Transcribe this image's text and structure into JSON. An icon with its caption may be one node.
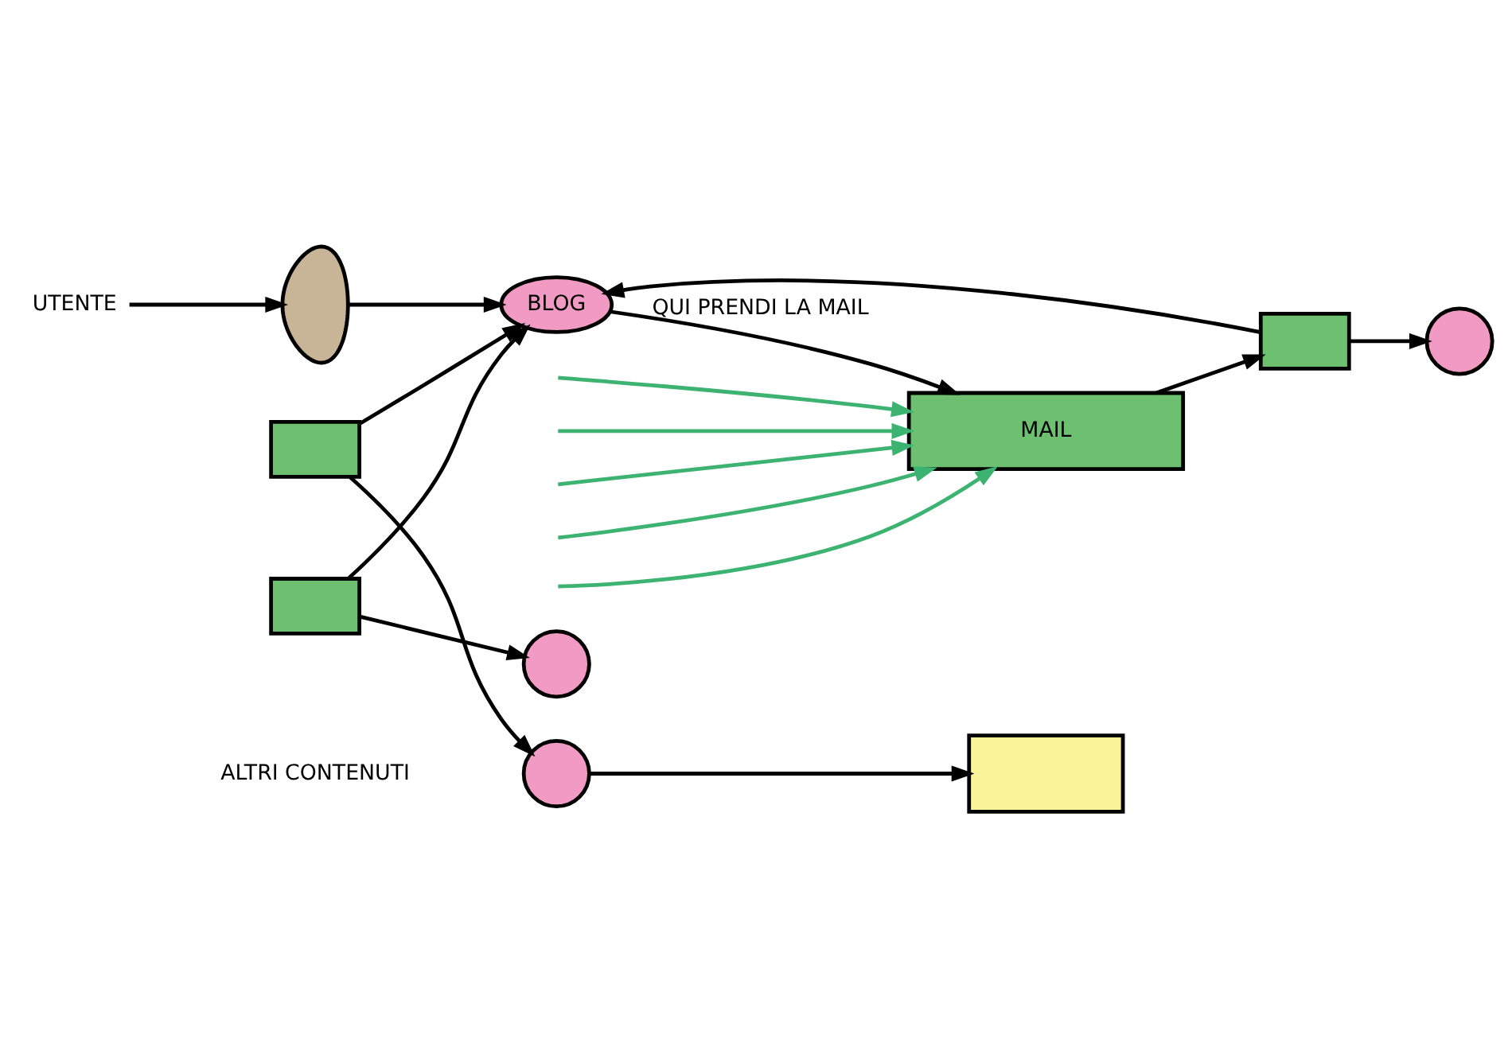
{
  "diagram": {
    "nodes": [
      {
        "text": [
          "UTENTE"
        ]
      },
      {
        "text": [],
        "shape": "person"
      },
      {
        "text": [
          "BLOG"
        ]
      },
      {
        "text": [
          "MAIL"
        ]
      },
      {
        "text": [],
        "shape": "envelope"
      },
      {
        "text": [],
        "shape": "envelope"
      },
      {
        "text": [],
        "shape": "envelope"
      },
      {
        "text": [],
        "shape": "circle"
      },
      {
        "text": [],
        "shape": "circle"
      },
      {
        "text": [],
        "shape": "circle"
      },
      {
        "text": [],
        "shape": "box"
      }
    ],
    "edges": [
      {
        "from": 0,
        "to": 1,
        "arrow": "to"
      },
      {
        "from": 1,
        "to": 2,
        "arrow": "to"
      },
      {
        "from": 2,
        "to": 3,
        "arrow": "to",
        "label": "QUI PRENDI LA MAIL"
      },
      {
        "from": 3,
        "to": 6,
        "arrow": "to"
      },
      {
        "from": 4,
        "to": 2,
        "arrow": "to"
      },
      {
        "from": 5,
        "to": 2,
        "arrow": "to"
      },
      {
        "from": 6,
        "to": 2,
        "arrow": "to"
      },
      {
        "from": 4,
        "to": 7,
        "arrow": "to"
      },
      {
        "from": 5,
        "to": 8,
        "arrow": "to"
      },
      {
        "from": 6,
        "to": 9,
        "arrow": "to"
      },
      {
        "from": 7,
        "to": 10,
        "arrow": "to"
      },
      {
        "from": null,
        "to": 3,
        "arrow": "to",
        "color": "#3cb371"
      },
      {
        "from": null,
        "to": 3,
        "arrow": "to",
        "color": "#3cb371"
      },
      {
        "from": null,
        "to": 3,
        "arrow": "to",
        "color": "#3cb371"
      },
      {
        "from": null,
        "to": 3,
        "arrow": "to",
        "color": "#3cb371"
      },
      {
        "from": null,
        "to": 3,
        "arrow": "to",
        "color": "#3cb371"
      }
    ],
    "labels": [
      "ALTRI CONTENUTI"
    ]
  }
}
